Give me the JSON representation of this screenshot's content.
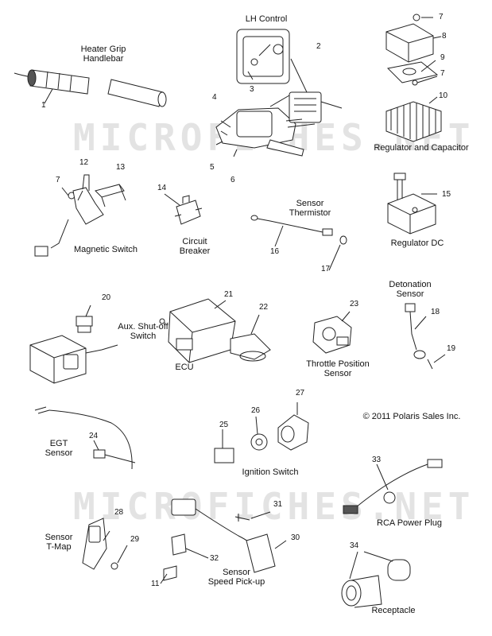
{
  "watermark": "MICROFICHES.NET",
  "copyright": "© 2011 Polaris Sales Inc.",
  "labels": {
    "heater_grip": [
      "Heater Grip",
      "Handlebar"
    ],
    "lh_control": "LH Control",
    "regulator_capacitor": "Regulator and Capacitor",
    "magnetic_switch": "Magnetic Switch",
    "circuit_breaker": [
      "Circuit",
      "Breaker"
    ],
    "sensor_thermistor": [
      "Sensor",
      "Thermistor"
    ],
    "regulator_dc": "Regulator DC",
    "aux_shutoff": [
      "Aux. Shut-off",
      "Switch"
    ],
    "ecu": "ECU",
    "throttle_position": [
      "Throttle Position",
      "Sensor"
    ],
    "detonation_sensor": [
      "Detonation",
      "Sensor"
    ],
    "egt_sensor": [
      "EGT",
      "Sensor"
    ],
    "ignition_switch": "Ignition Switch",
    "rca_power_plug": "RCA Power Plug",
    "sensor_tmap": [
      "Sensor",
      "T-Map"
    ],
    "sensor_speed": [
      "Sensor",
      "Speed Pick-up"
    ],
    "receptacle": "Receptacle"
  },
  "callouts": [
    "1",
    "2",
    "3",
    "4",
    "5",
    "6",
    "7",
    "8",
    "9",
    "7",
    "10",
    "12",
    "13",
    "7",
    "14",
    "15",
    "16",
    "17",
    "18",
    "19",
    "20",
    "21",
    "22",
    "23",
    "24",
    "25",
    "26",
    "27",
    "28",
    "29",
    "30",
    "31",
    "32",
    "33",
    "34",
    "11"
  ]
}
